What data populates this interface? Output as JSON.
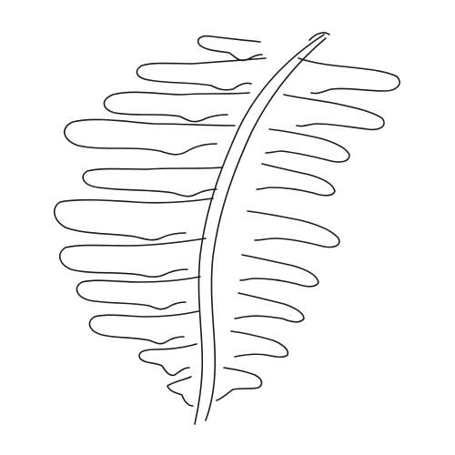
{
  "image": {
    "subject": "fern-frond-line-drawing",
    "colors": {
      "background": "#ffffff",
      "stroke": "#1a1a1a"
    },
    "left_pinnae_count": 10,
    "right_pinnae_count": 9
  }
}
